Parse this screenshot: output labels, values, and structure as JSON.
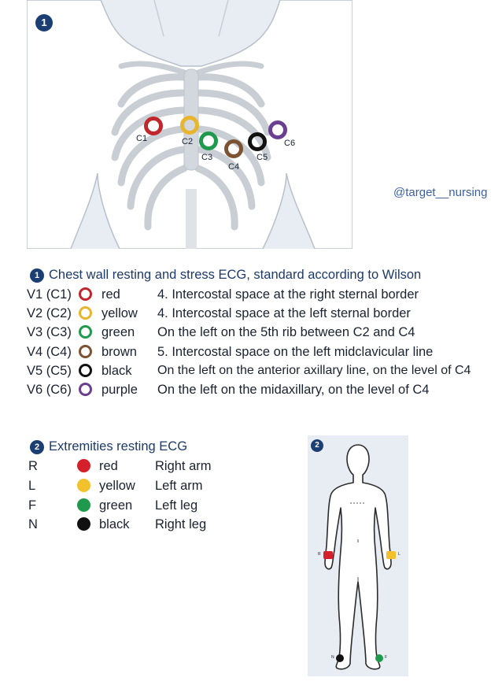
{
  "figure1": {
    "badge": "1",
    "electrodes": [
      {
        "label": "C1",
        "color": "#c0272d"
      },
      {
        "label": "C2",
        "color": "#e8b62e"
      },
      {
        "label": "C3",
        "color": "#1f9a4c"
      },
      {
        "label": "C4",
        "color": "#7b5232"
      },
      {
        "label": "C5",
        "color": "#111111"
      },
      {
        "label": "C6",
        "color": "#6a3e91"
      }
    ]
  },
  "watermark": "@target__nursing",
  "section1": {
    "badge": "1",
    "title": "Chest wall resting and stress ECG, standard according to Wilson",
    "rows": [
      {
        "lead": "V1 (C1)",
        "color_name": "red",
        "color": "#c0272d",
        "description": "4. Intercostal space at the right sternal border"
      },
      {
        "lead": "V2 (C2)",
        "color_name": "yellow",
        "color": "#e8b62e",
        "description": "4. Intercostal space at the left sternal border"
      },
      {
        "lead": "V3 (C3)",
        "color_name": "green",
        "color": "#1f9a4c",
        "description": "On the left on the 5th rib between C2 and C4"
      },
      {
        "lead": "V4 (C4)",
        "color_name": "brown",
        "color": "#7b5232",
        "description": "5. Intercostal space on the left midclavicular line"
      },
      {
        "lead": "V5 (C5)",
        "color_name": "black",
        "color": "#111111",
        "description": "On the left on the anterior axillary line, on the level of C4"
      },
      {
        "lead": "V6 (C6)",
        "color_name": "purple",
        "color": "#6a3e91",
        "description": "On the left on the midaxillary, on the level of C4"
      }
    ]
  },
  "section2": {
    "badge": "2",
    "title": "Extremities resting ECG",
    "rows": [
      {
        "lead": "R",
        "color_name": "red",
        "color": "#d3202a",
        "description": "Right arm"
      },
      {
        "lead": "L",
        "color_name": "yellow",
        "color": "#f3c12b",
        "description": "Left arm"
      },
      {
        "lead": "F",
        "color_name": "green",
        "color": "#1f9a4c",
        "description": "Left leg"
      },
      {
        "lead": "N",
        "color_name": "black",
        "color": "#111111",
        "description": "Right leg"
      }
    ]
  },
  "figure2": {
    "badge": "2",
    "markers": [
      {
        "label": "R",
        "color": "#d3202a"
      },
      {
        "label": "L",
        "color": "#f3c12b"
      },
      {
        "label": "N",
        "color": "#111111"
      },
      {
        "label": "F",
        "color": "#1f9a4c"
      }
    ]
  }
}
